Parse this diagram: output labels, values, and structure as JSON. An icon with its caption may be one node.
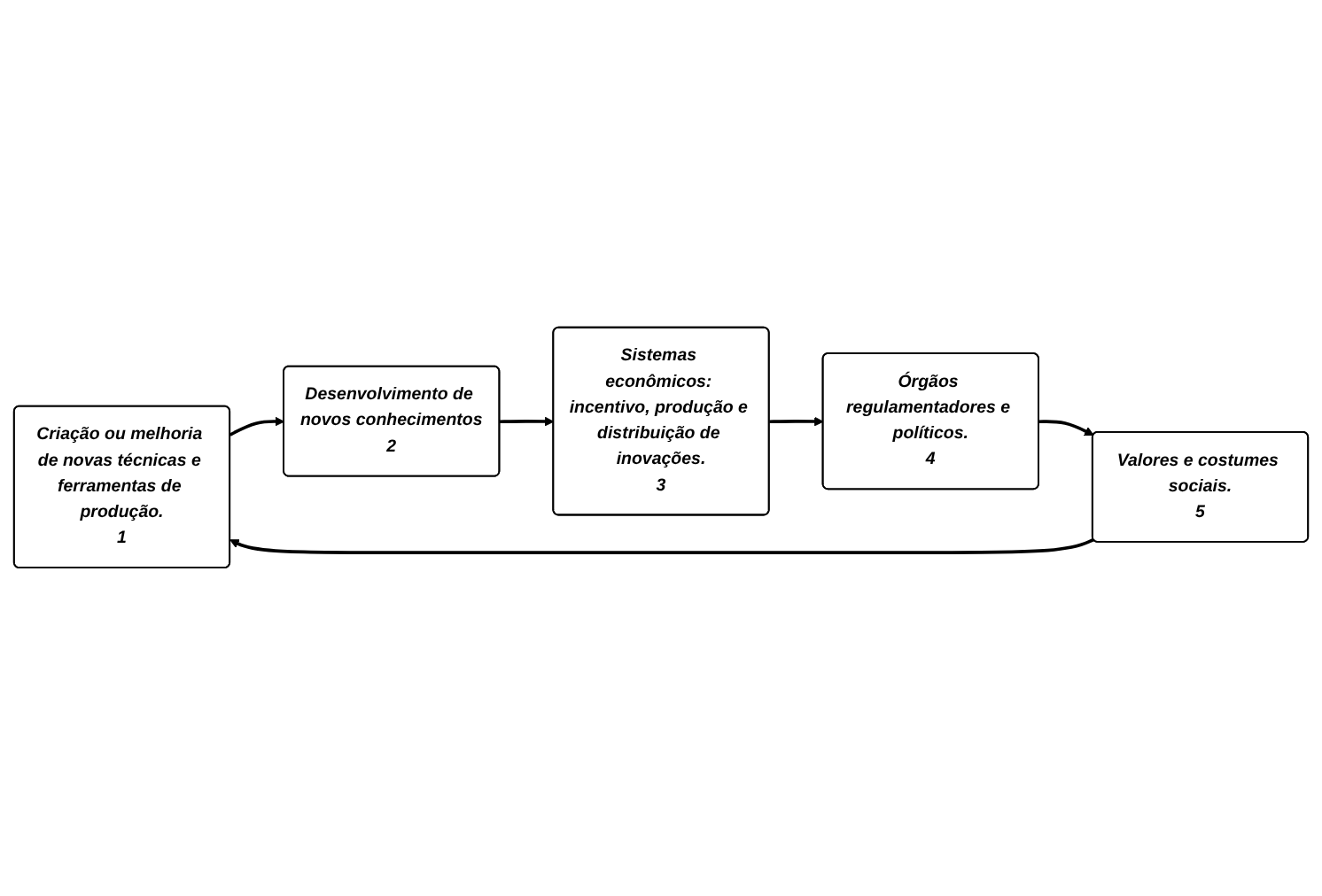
{
  "diagram": {
    "nodes": [
      {
        "text": [
          "Criação ou melhoria de novas técnicas e ferramentas de produção.",
          "1"
        ]
      },
      {
        "text": [
          "Desenvolvimento de novos conhecimentos",
          "2"
        ]
      },
      {
        "text": [
          "Sistemas econômicos: incentivo, produção e distribuição de inovações.",
          "3"
        ]
      },
      {
        "text": [
          "Órgãos regulamentadores e políticos.",
          "4"
        ]
      },
      {
        "text": [
          "Valores e costumes sociais.",
          "5"
        ]
      }
    ],
    "edges": [
      {
        "from": 0,
        "to": 1,
        "arrow": "to"
      },
      {
        "from": 1,
        "to": 2,
        "arrow": "to"
      },
      {
        "from": 2,
        "to": 3,
        "arrow": "to"
      },
      {
        "from": 3,
        "to": 4,
        "arrow": "to"
      },
      {
        "from": 4,
        "to": 0,
        "arrow": "to"
      }
    ]
  }
}
